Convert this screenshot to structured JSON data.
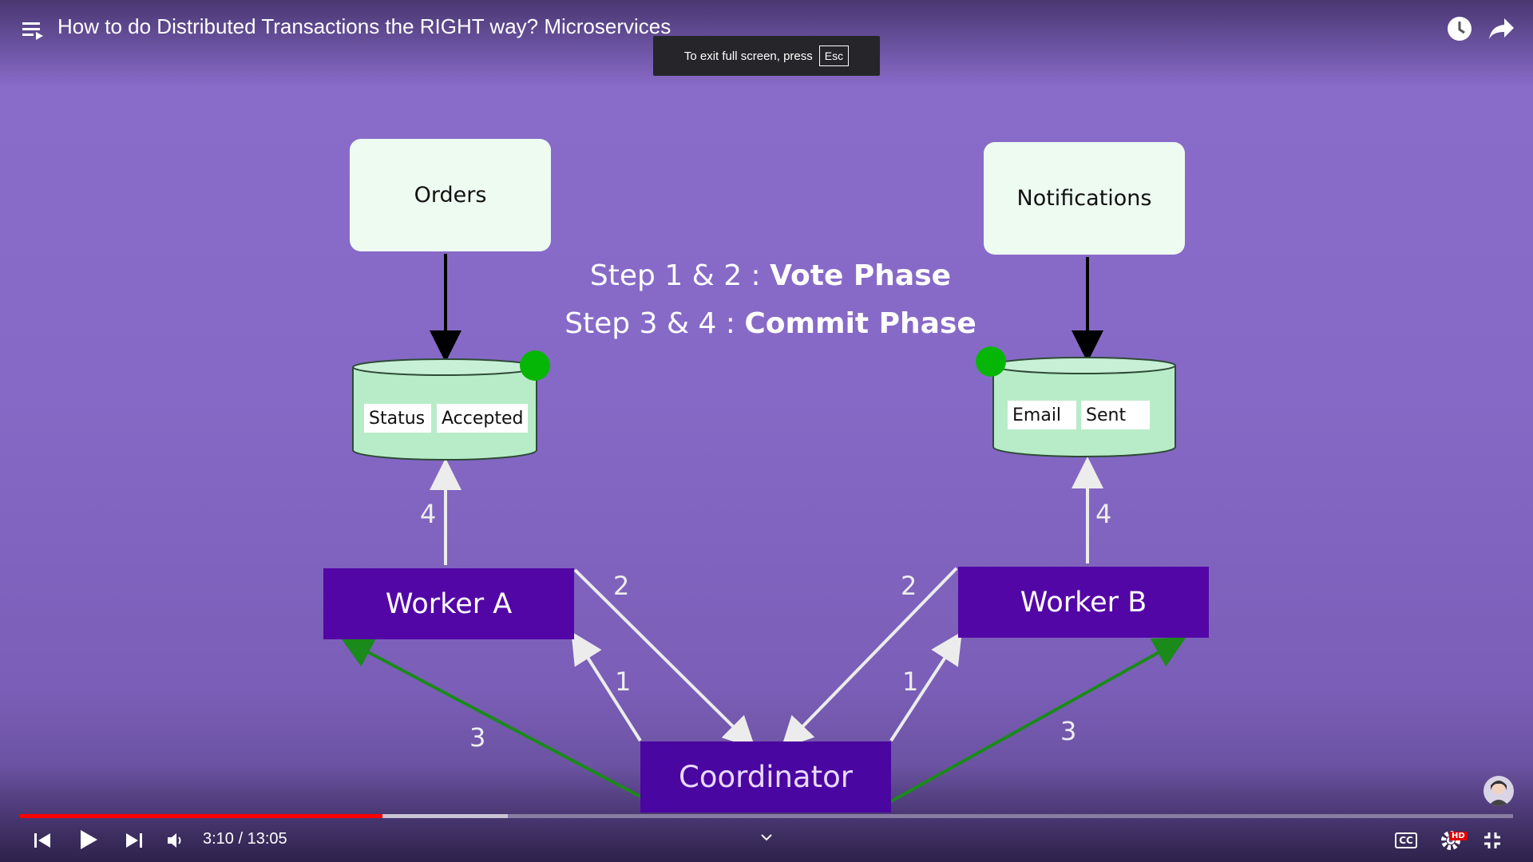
{
  "video": {
    "title": "How to do Distributed Transactions the RIGHT way? Microservices",
    "progress_played_fraction": 0.243,
    "progress_buffered_fraction": 0.327
  },
  "toast": {
    "text": "To exit full screen, press",
    "key": "Esc"
  },
  "slide": {
    "orders_label": "Orders",
    "notifications_label": "Notifications",
    "phase_line1_prefix": "Step 1 & 2 : ",
    "phase_line1_bold": "Vote Phase",
    "phase_line2_prefix": "Step 3 & 4 : ",
    "phase_line2_bold": "Commit Phase",
    "db_left": {
      "field": "Status",
      "value": "Accepted"
    },
    "db_right": {
      "field": "Email",
      "value": "Sent"
    },
    "worker_a": "Worker A",
    "worker_b": "Worker B",
    "coordinator": "Coordinator",
    "arrow_labels": {
      "a_up": "4",
      "b_up": "4",
      "a_to_c": "2",
      "b_to_c": "2",
      "c_to_a": "1",
      "c_to_b": "1",
      "commit_a": "3",
      "commit_b": "3"
    },
    "colors": {
      "box": "#eefbf1",
      "db": "#b8ecc9",
      "worker": "#5306a6",
      "commit_arrow": "#1a8a1a",
      "ready_dot": "#06b606"
    }
  },
  "controls": {
    "time_display": "3:10 / 13:05",
    "icons": [
      "playlist-icon",
      "watch-later-icon",
      "share-icon",
      "skip-back-icon",
      "play-icon",
      "skip-next-icon",
      "volume-icon",
      "chevron-down-icon",
      "captions-icon",
      "settings-icon",
      "exit-fullscreen-icon"
    ],
    "settings_badge": "HD",
    "captions_label": "CC"
  }
}
